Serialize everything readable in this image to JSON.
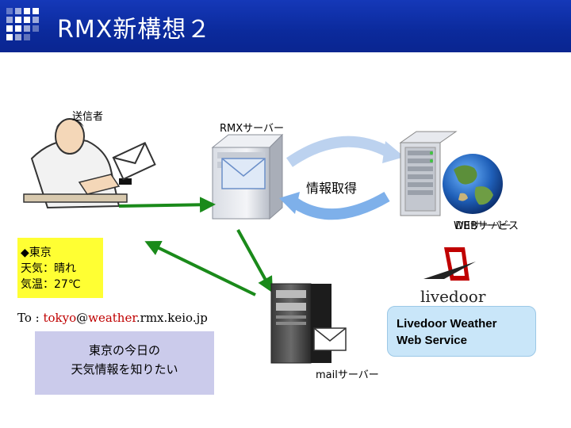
{
  "header": {
    "title": "RMX新構想２"
  },
  "labels": {
    "sender": "送信者",
    "rmx_server": "RMXサーバー",
    "info_fetch": "情報取得",
    "web_service_a": "WEBサービス",
    "web_service_b": "DBサーバー",
    "mail_server": "mailサーバー"
  },
  "note": {
    "line1": "◆東京",
    "line2": "天気：晴れ",
    "line3": "気温：27℃"
  },
  "to_line": {
    "prefix": "To : ",
    "user": "tokyo",
    "at": "@",
    "domain": "weather",
    "suffix": ".rmx.keio.jp"
  },
  "request": {
    "line1": "東京の今日の",
    "line2": "天気情報を知りたい"
  },
  "livedoor": {
    "logo_text": "livedoor",
    "line1": "Livedoor Weather",
    "line2": "Web Service"
  },
  "colors": {
    "header": "#0b2a9c",
    "arrow_green": "#1a8a1a",
    "arrow_blue": "#2f6fd6",
    "note_yellow": "#ffff33"
  }
}
